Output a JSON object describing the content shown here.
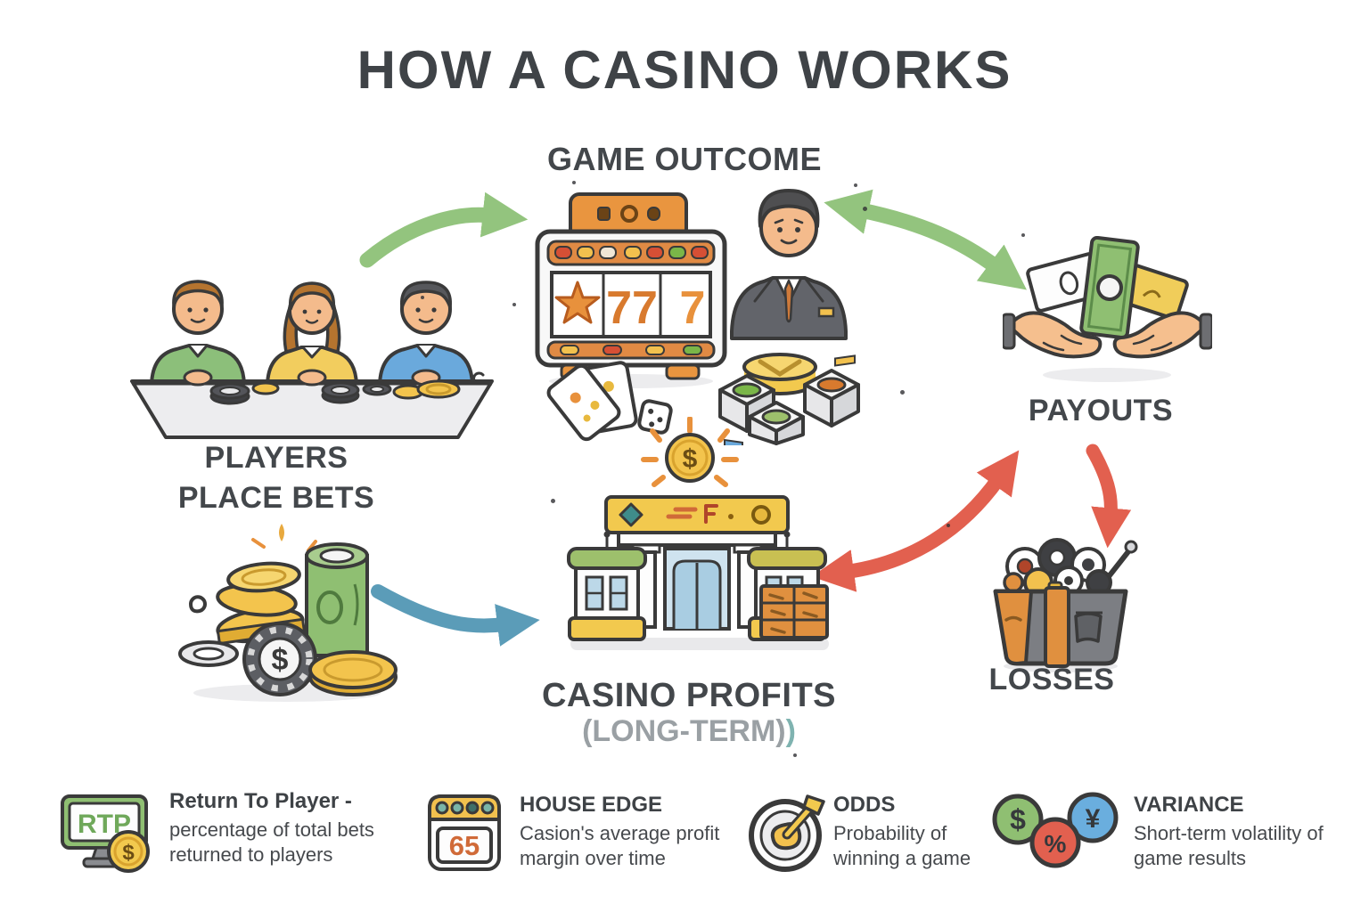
{
  "title": "HOW A CASINO WORKS",
  "nodes": {
    "game_outcome": {
      "label": "GAME OUTCOME"
    },
    "players": {
      "label_line1": "PLAYERS",
      "label_line2": "PLACE BETS"
    },
    "payouts": {
      "label": "PAYOUTS"
    },
    "casino_profits": {
      "label": "CASINO PROFITS",
      "sublabel": "(LONG-TERM)",
      "sublabel_accent": ")"
    },
    "losses": {
      "label": "LOSSES"
    }
  },
  "slot_machine": {
    "center_reel": "77",
    "right_reel": "7"
  },
  "symbols": {
    "dollar": "$"
  },
  "legend": [
    {
      "title": "Return To Player -",
      "desc": "percentage of total bets returned to players",
      "icon_label": "RTP"
    },
    {
      "title": "HOUSE EDGE",
      "desc": "Casion's average profit margin over time",
      "icon_digits": "65"
    },
    {
      "title": "ODDS",
      "desc": "Probability of winning a game"
    },
    {
      "title": "VARIANCE",
      "desc": "Short-term volatility of game results",
      "coin_symbols": [
        "$",
        "%",
        "¥"
      ]
    }
  ],
  "colors": {
    "text_dark": "#3f4347",
    "text_gray": "#9aa0a4",
    "accent_teal": "#7fb3b0",
    "arrow_green": "#93c47e",
    "arrow_red": "#e2604f",
    "arrow_blue": "#5b9cb8",
    "gold": "#f2c94e",
    "money_green": "#8fbf72"
  }
}
